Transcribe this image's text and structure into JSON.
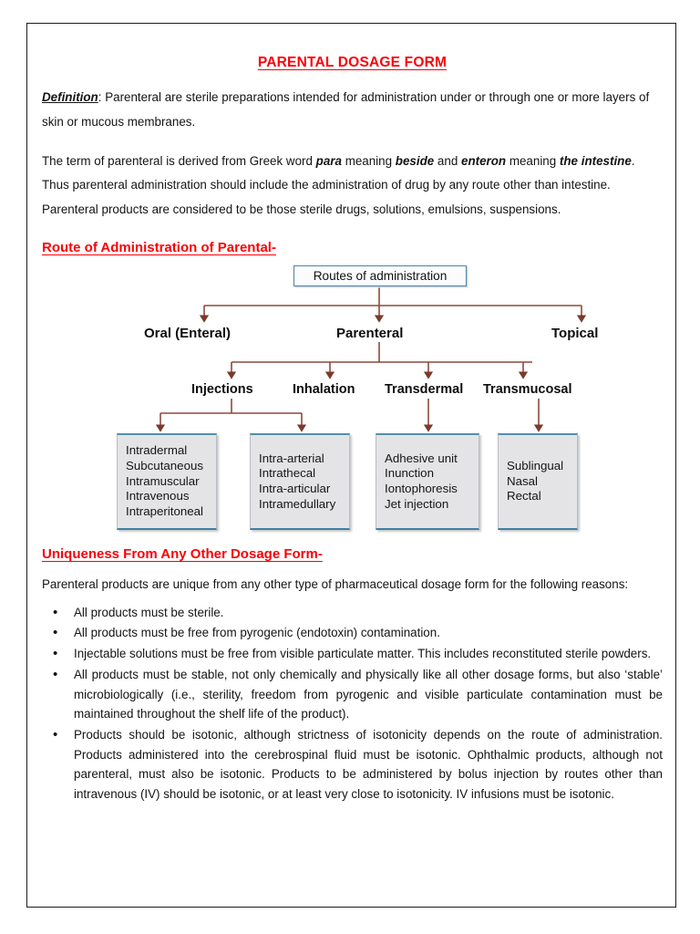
{
  "document": {
    "title": "PARENTAL DOSAGE FORM",
    "title_color": "#fb0007"
  },
  "definition": {
    "label": "Definition",
    "separator": ": ",
    "text": "Parenteral are sterile preparations intended for administration under or through one or more layers of skin or mucous membranes."
  },
  "origin_paragraph": {
    "part1": "The term of parenteral is derived from Greek word ",
    "em1": "para",
    "part2": " meaning ",
    "em2": "beside",
    "part3": " and ",
    "em3": "enteron",
    "part4": " meaning ",
    "em4": "the intestine",
    "part5": ". Thus parenteral administration should include the administration of drug by any route other than intestine. Parenteral products are considered to be those sterile drugs, solutions, emulsions, suspensions."
  },
  "route_section": {
    "heading": "Route of Administration of Parental-"
  },
  "diagram": {
    "root": "Routes of administration",
    "level2": [
      "Oral (Enteral)",
      "Parenteral",
      "Topical"
    ],
    "level3": [
      "Injections",
      "Inhalation",
      "Transdermal",
      "Transmucosal"
    ],
    "boxes": [
      {
        "items": [
          "Intradermal",
          "Subcutaneous",
          "Intramuscular",
          "Intravenous",
          "Intraperitoneal"
        ]
      },
      {
        "items": [
          "Intra-arterial",
          "Intrathecal",
          "Intra-articular",
          "Intramedullary"
        ]
      },
      {
        "items": [
          "Adhesive unit",
          "Inunction",
          "Iontophoresis",
          "Jet injection"
        ]
      },
      {
        "items": [
          "Sublingual",
          "Nasal",
          "Rectal"
        ]
      }
    ],
    "colors": {
      "connector": "#8c4a3c",
      "arrow": "#7a3a2c",
      "box_fill": "#e4e4e6",
      "box_border": "#4f90ad",
      "root_border": "#4f81a8"
    }
  },
  "uniqueness_section": {
    "heading": "Uniqueness From Any Other Dosage Form-",
    "intro": "Parenteral products are unique from any other type of pharmaceutical dosage form for the following reasons:",
    "bullets": [
      "All products must be sterile.",
      "All products must be free from pyrogenic (endotoxin) contamination.",
      "Injectable solutions must be free from visible particulate matter. This includes reconstituted sterile powders.",
      "All products must be stable, not only chemically and physically like all other dosage forms, but also ‘stable’ microbiologically (i.e., sterility, freedom from pyrogenic and visible particulate contamination must be maintained throughout the shelf life of the product).",
      "Products should be isotonic, although strictness of isotonicity depends on the route of administration. Products administered into the cerebrospinal fluid must be isotonic. Ophthalmic products, although not parenteral, must also be isotonic. Products to be administered by bolus injection by routes other than intravenous (IV) should be isotonic, or at least very close to isotonicity. IV infusions must be isotonic."
    ]
  }
}
